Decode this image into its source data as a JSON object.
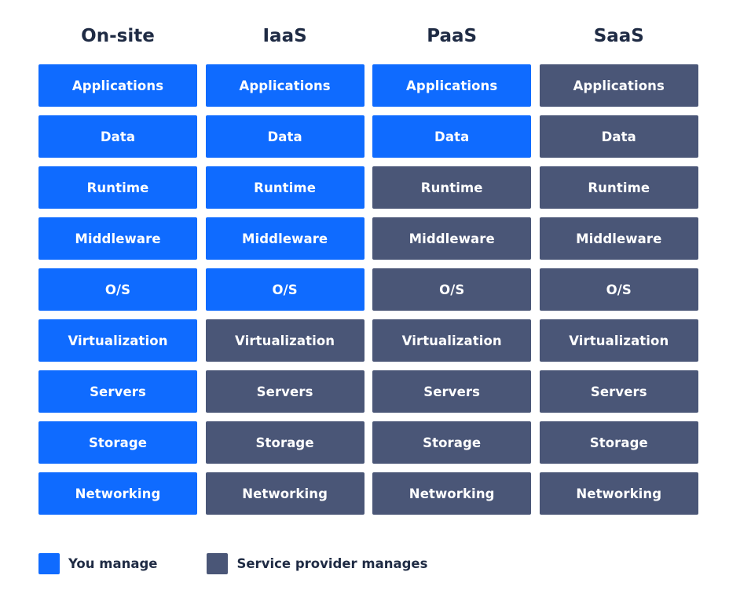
{
  "columns": [
    "On-site",
    "IaaS",
    "PaaS",
    "SaaS"
  ],
  "layers": [
    "Applications",
    "Data",
    "Runtime",
    "Middleware",
    "O/S",
    "Virtualization",
    "Servers",
    "Storage",
    "Networking"
  ],
  "you_manage_counts": [
    9,
    5,
    2,
    0
  ],
  "colors": {
    "you_manage": "#0f6bff",
    "service_provider": "#4a5677",
    "heading_text": "#1f2b44",
    "cell_text": "#ffffff"
  },
  "legend": {
    "you_manage": "You manage",
    "provider_manages": "Service provider manages"
  }
}
